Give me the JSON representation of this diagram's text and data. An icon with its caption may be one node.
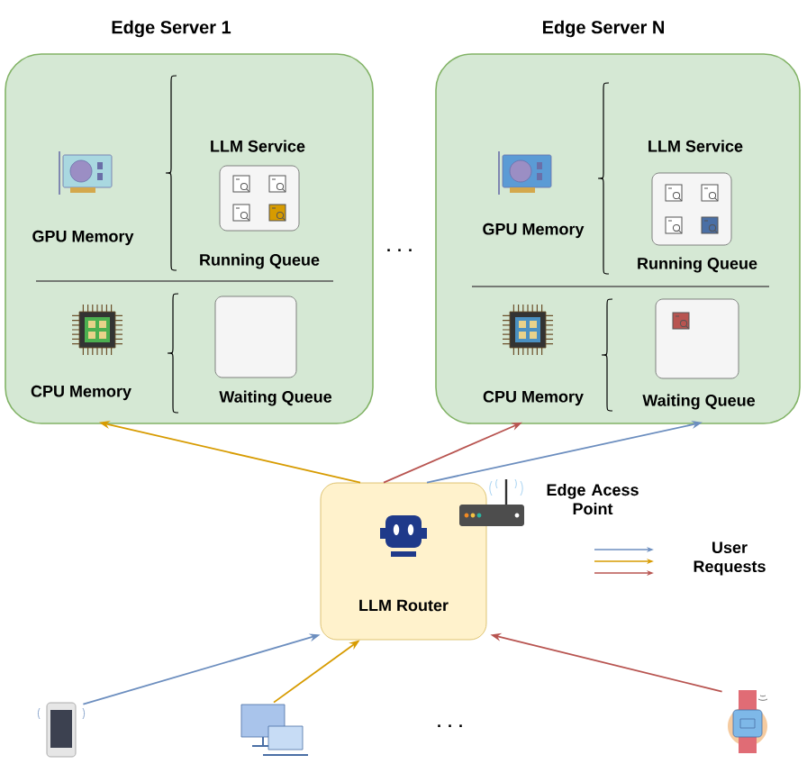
{
  "diagram": {
    "nodes": [
      {
        "text": [
          "Edge Server 1",
          "LLM Service",
          "GPU Memory",
          "CPU Memory"
        ]
      },
      {
        "text": [
          "Running Queue"
        ],
        "in": 0
      },
      {
        "text": [
          "Waiting Queue"
        ],
        "in": 0
      },
      {
        "text": [
          "Edge Server N",
          "LLM Service",
          "GPU Memory",
          "CPU Memory"
        ]
      },
      {
        "text": [
          "Running Queue"
        ],
        "in": 3
      },
      {
        "text": [
          "Waiting Queue"
        ],
        "in": 3
      },
      {
        "text": [
          "LLM Router"
        ]
      },
      {
        "text": [],
        "shape": "phone"
      },
      {
        "text": [],
        "shape": "computer"
      },
      {
        "text": [],
        "shape": "watch"
      }
    ],
    "edges": [
      {
        "from": 6,
        "to": 0,
        "arrow": "to",
        "color": "#d79b00"
      },
      {
        "from": 6,
        "to": 3,
        "arrow": "to",
        "color": "#b85450"
      },
      {
        "from": 6,
        "to": 3,
        "arrow": "to",
        "color": "#6c8ebf"
      },
      {
        "from": 7,
        "to": 6,
        "arrow": "to",
        "color": "#6c8ebf"
      },
      {
        "from": 8,
        "to": 6,
        "arrow": "to",
        "color": "#d79b00"
      },
      {
        "from": 9,
        "to": 6,
        "arrow": "to",
        "color": "#b85450"
      }
    ],
    "labels": [
      "Edge Acess Point",
      "· · ·",
      "· · ·"
    ],
    "legend": [
      {
        "text": "User Requests"
      }
    ]
  }
}
